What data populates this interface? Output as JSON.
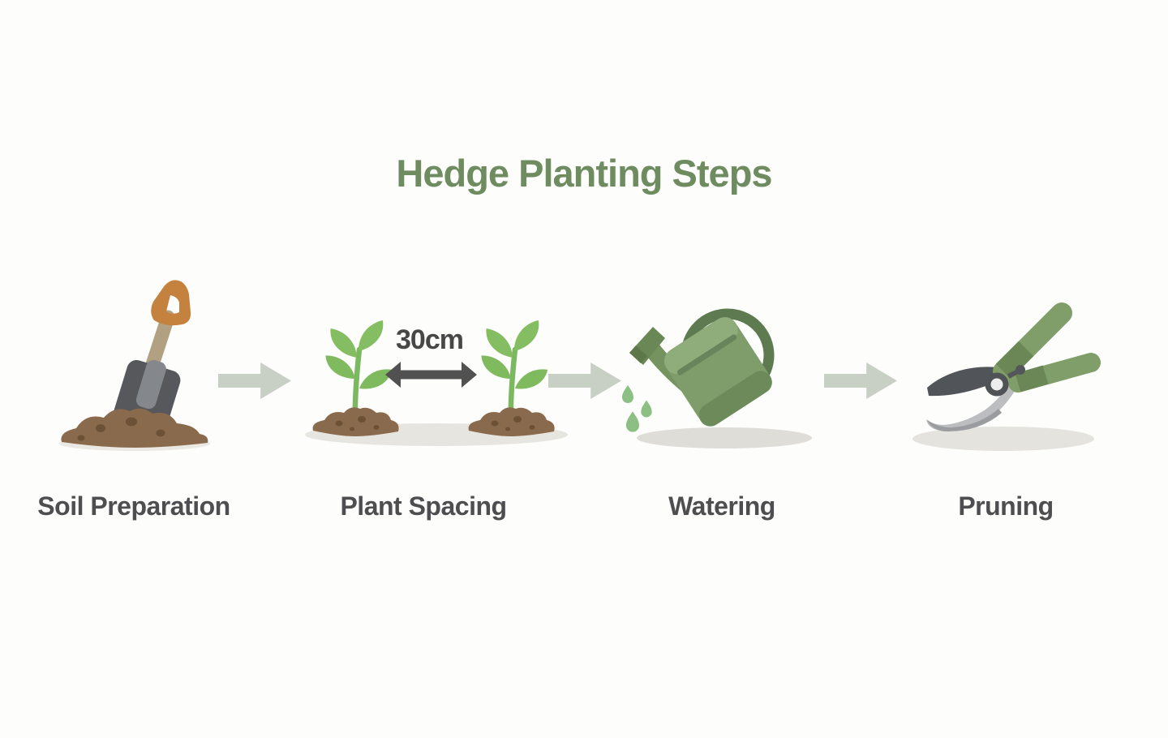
{
  "title": {
    "text": "Hedge Planting Steps"
  },
  "steps": [
    {
      "label": "Soil Preparation",
      "icon": "shovel-in-soil-icon"
    },
    {
      "label": "Plant Spacing",
      "icon": "seedlings-spacing-icon",
      "spacing_annotation": "30cm"
    },
    {
      "label": "Watering",
      "icon": "watering-can-icon"
    },
    {
      "label": "Pruning",
      "icon": "pruning-shears-icon"
    }
  ],
  "palette": {
    "background": "#fdfdfc",
    "title_color": "#6e8c60",
    "label_color": "#4e4e51",
    "flow_arrow_color": "#c8cfc5",
    "annotation_color": "#474747",
    "measure_arrow_color": "#515151",
    "leaf_green": "#80ba5e",
    "stem_green": "#7cb85f",
    "soil_brown": "#8a6a4d",
    "soil_spot_brown": "#6d5137",
    "can_green": "#7e9d6a",
    "can_handle_green": "#5e7a50",
    "drop_green": "#8cbf83",
    "tool_handle_green": "#7f9e69",
    "blade_dark_gray": "#56585c",
    "steel_gray": "#bcbdbf",
    "shovel_grip_orange": "#c5823f",
    "shovel_shaft_tan": "#b2a083",
    "shadow_gray": "#e7e5e0"
  }
}
